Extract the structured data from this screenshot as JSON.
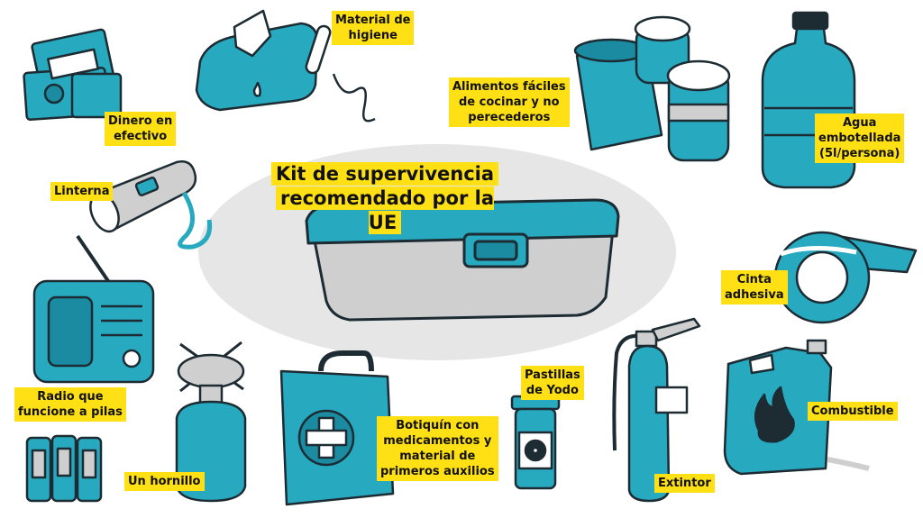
{
  "title": [
    "Kit de supervivencia",
    "recomendado por la UE"
  ],
  "items": [
    {
      "id": "dinero",
      "lines": [
        "Dinero en",
        "efectivo"
      ],
      "icon": "banknotes-icon"
    },
    {
      "id": "higiene",
      "lines": [
        "Material de",
        "higiene"
      ],
      "icon": "wet-wipes-icon"
    },
    {
      "id": "alimentos",
      "lines": [
        "Alimentos fáciles",
        "de cocinar y no",
        "perecederos"
      ],
      "icon": "canned-food-icon"
    },
    {
      "id": "agua",
      "lines": [
        "Agua",
        "embotellada",
        "(5l/persona)"
      ],
      "icon": "water-jug-icon"
    },
    {
      "id": "linterna",
      "lines": [
        "Linterna"
      ],
      "icon": "flashlight-icon"
    },
    {
      "id": "cinta",
      "lines": [
        "Cinta",
        "adhesiva"
      ],
      "icon": "tape-roll-icon"
    },
    {
      "id": "radio",
      "lines": [
        "Radio que",
        "funcione a pilas"
      ],
      "icon": "radio-icon"
    },
    {
      "id": "pastillas",
      "lines": [
        "Pastillas",
        "de Yodo"
      ],
      "icon": "pill-bottle-icon"
    },
    {
      "id": "combustible",
      "lines": [
        "Combustible"
      ],
      "icon": "jerrycan-icon"
    },
    {
      "id": "botiquin",
      "lines": [
        "Botiquín con",
        "medicamentos y",
        "material de",
        "primeros auxilios"
      ],
      "icon": "first-aid-kit-icon"
    },
    {
      "id": "hornillo",
      "lines": [
        "Un hornillo"
      ],
      "icon": "camping-stove-icon"
    },
    {
      "id": "extintor",
      "lines": [
        "Extintor"
      ],
      "icon": "fire-extinguisher-icon"
    }
  ],
  "colors": {
    "accent": "#27a9c0",
    "accent_dark": "#1a8ba0",
    "label_bg": "#ffe014",
    "outline": "#1d2b33",
    "ellipse": "#e6e6e6",
    "box_body": "#cfcfcf"
  }
}
